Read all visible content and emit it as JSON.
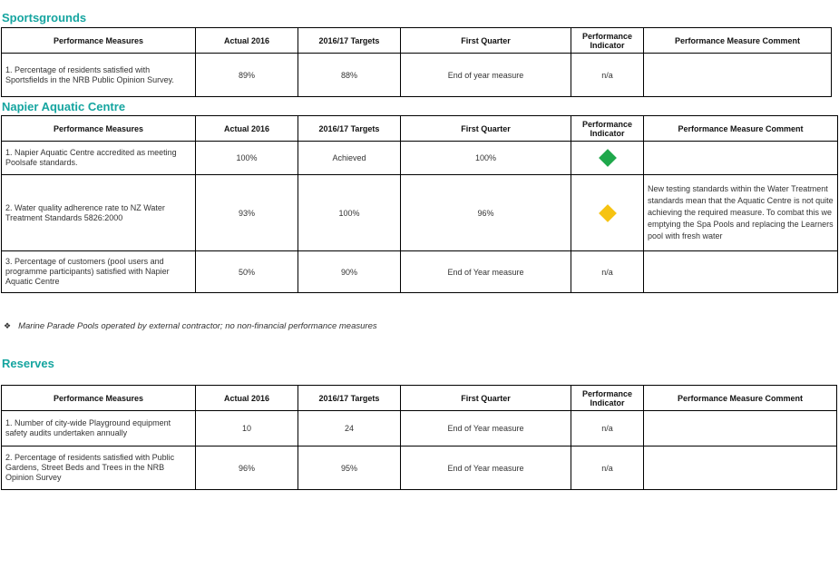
{
  "headers": {
    "measure": "Performance Measures",
    "actual": "Actual 2016",
    "targets": "2016/17 Targets",
    "first_quarter": "First Quarter",
    "indicator": "Performance Indicator",
    "comment": "Performance Measure Comment"
  },
  "colors": {
    "heading": "#16a5a0",
    "green": "#1fa84b",
    "amber": "#f6c312"
  },
  "sportsgrounds": {
    "title": "Sportsgrounds",
    "rows": [
      {
        "measure": "1. Percentage of residents satisfied with Sportsfields in the NRB Public Opinion Survey.",
        "actual": "89%",
        "target": "88%",
        "first_quarter": "End of year measure",
        "indicator": "n/a",
        "comment": ""
      }
    ]
  },
  "aquatic": {
    "title": "Napier Aquatic Centre",
    "rows": [
      {
        "measure": "1. Napier Aquatic Centre accredited as meeting Poolsafe standards.",
        "actual": "100%",
        "target": "Achieved",
        "first_quarter": "100%",
        "indicator_icon": "green-diamond-icon",
        "comment": ""
      },
      {
        "measure": "2. Water quality adherence rate to NZ Water Treatment Standards 5826:2000",
        "actual": "93%",
        "target": "100%",
        "first_quarter": "96%",
        "indicator_icon": "amber-diamond-icon",
        "comment": "New testing standards within the Water Treatment standards mean that the Aquatic Centre is not quite achieving the required measure. To combat this we emptying the Spa Pools and replacing the Learners pool with fresh water"
      },
      {
        "measure": "3. Percentage of customers (pool users and programme participants) satisfied with Napier Aquatic Centre",
        "actual": "50%",
        "target": "90%",
        "first_quarter": "End of Year measure",
        "indicator": "n/a",
        "comment": ""
      }
    ]
  },
  "note": {
    "bullet": "❖",
    "text": "Marine Parade Pools operated by external contractor; no non-financial performance measures"
  },
  "reserves": {
    "title": "Reserves",
    "rows": [
      {
        "measure": "1. Number of city-wide Playground equipment safety audits undertaken annually",
        "actual": "10",
        "target": "24",
        "first_quarter": "End of Year measure",
        "indicator": "n/a",
        "comment": ""
      },
      {
        "measure": "2. Percentage of residents satisfied with Public Gardens, Street Beds and Trees in the NRB Opinion Survey",
        "actual": "96%",
        "target": "95%",
        "first_quarter": "End of Year measure",
        "indicator": "n/a",
        "comment": ""
      }
    ]
  }
}
